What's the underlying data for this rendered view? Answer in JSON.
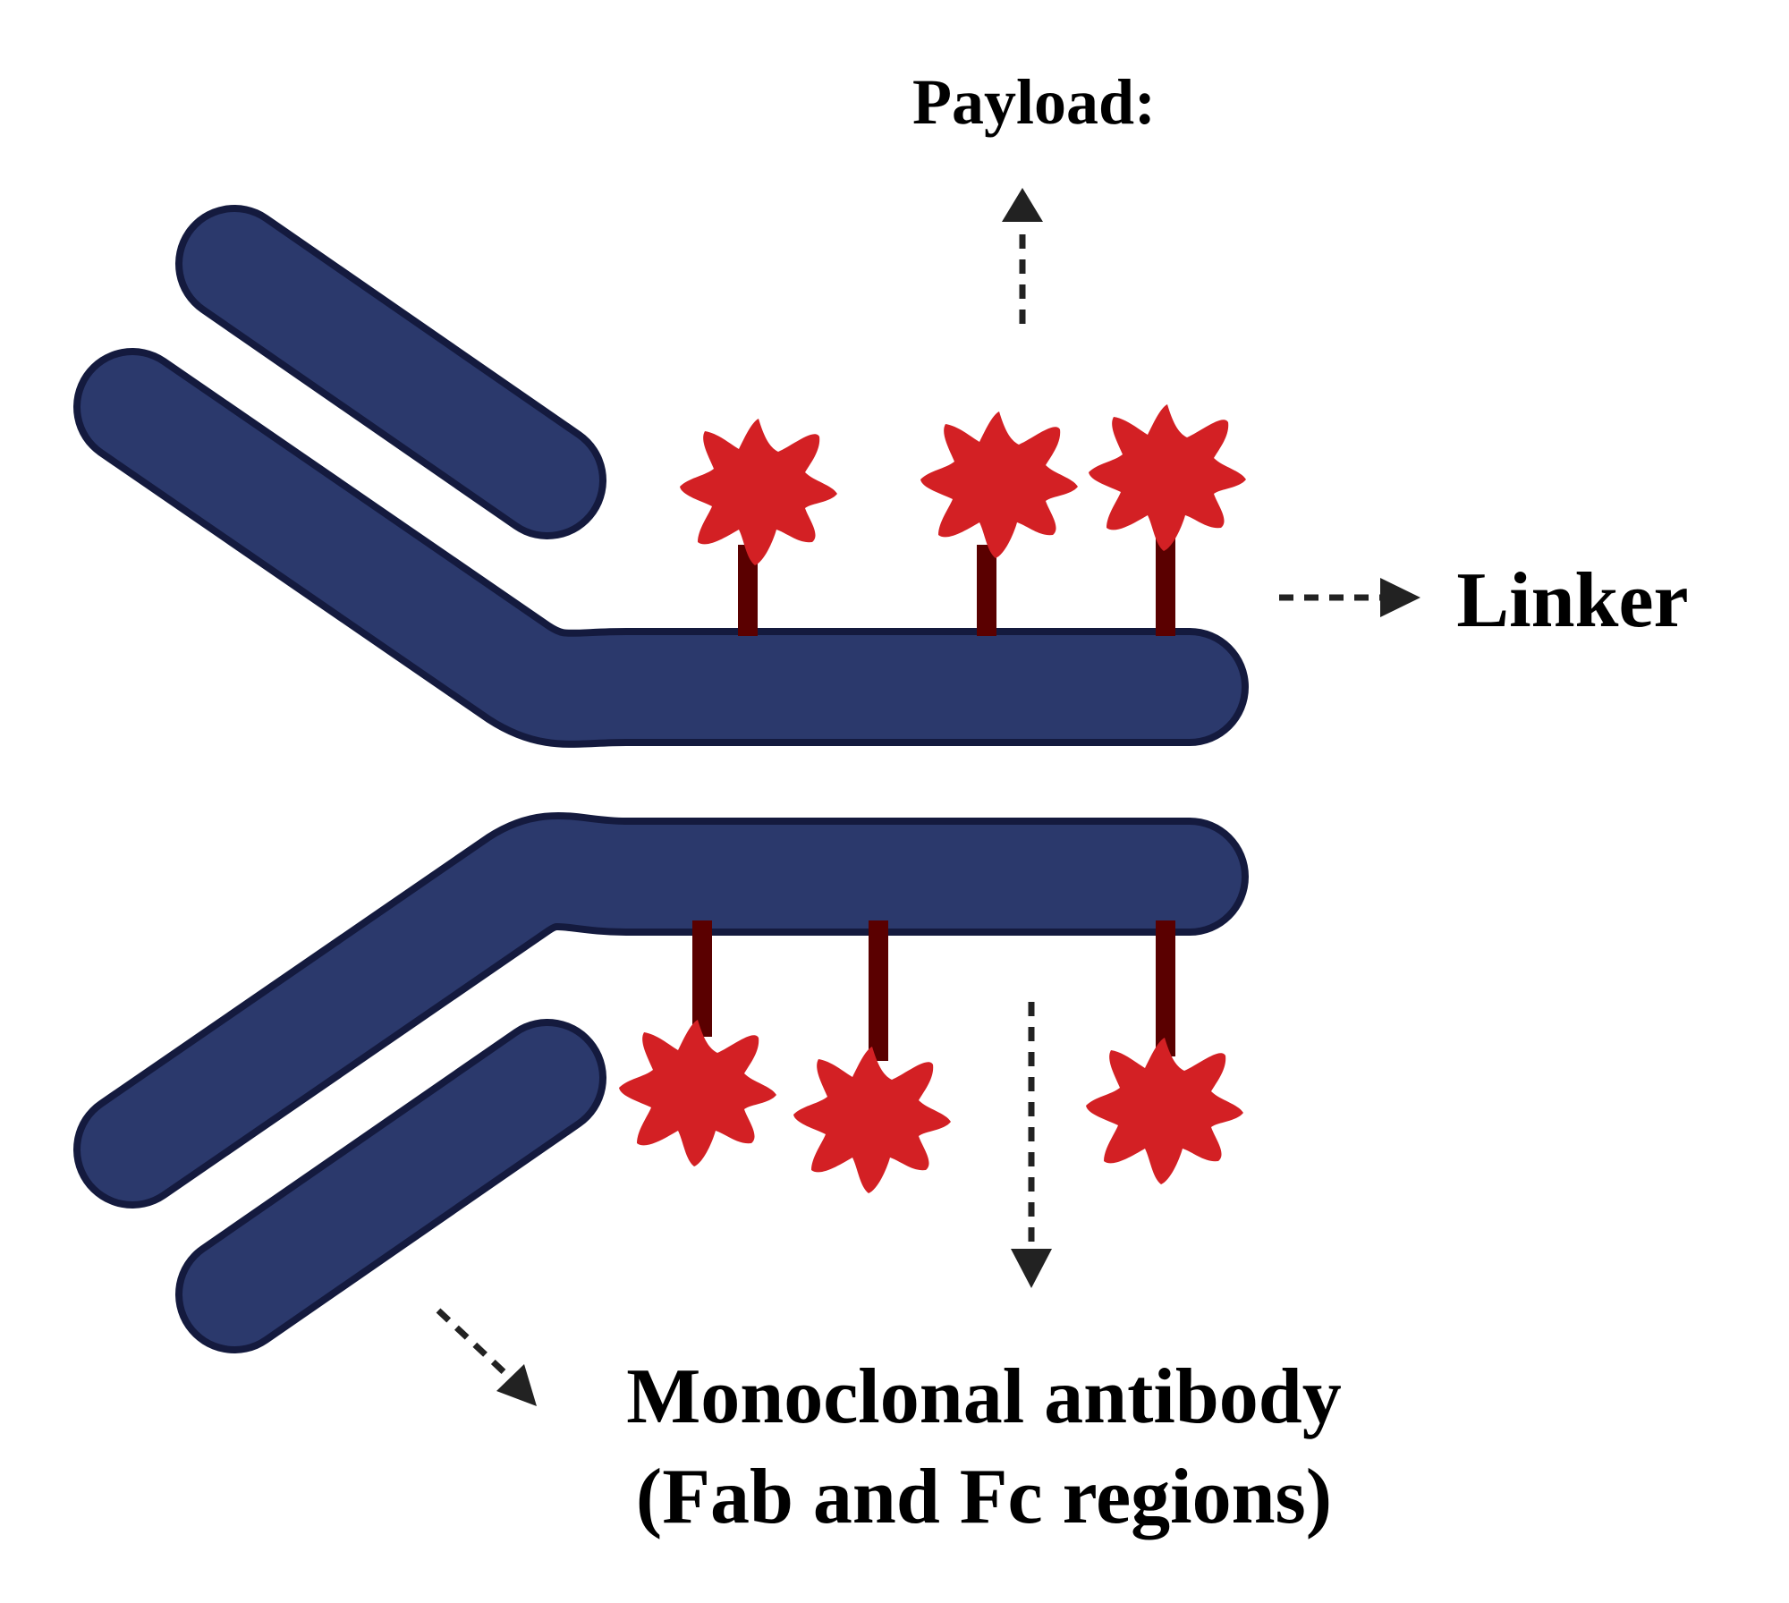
{
  "labels": {
    "payload": "Payload:",
    "linker": "Linker",
    "antibody_line1": "Monoclonal antibody",
    "antibody_line2": "(Fab and Fc regions)"
  },
  "colors": {
    "antibody_fill": "#2b396c",
    "antibody_stroke": "#141a3e",
    "payload_fill": "#d32024",
    "linker": "#5a0000",
    "arrow": "#222222"
  },
  "components": {
    "payload_count": 6,
    "linker_count": 6
  }
}
